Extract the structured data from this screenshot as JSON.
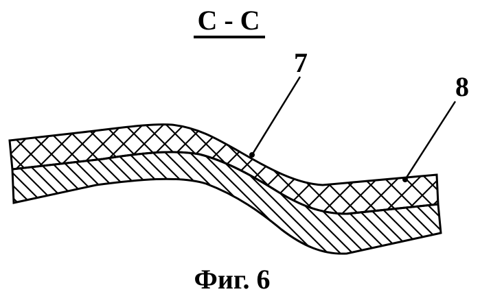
{
  "section_label": "С - С",
  "callouts": {
    "layer_top": "7",
    "layer_bottom": "8"
  },
  "caption": "Фиг. 6",
  "colors": {
    "ink": "#000000",
    "paper": "#ffffff"
  }
}
